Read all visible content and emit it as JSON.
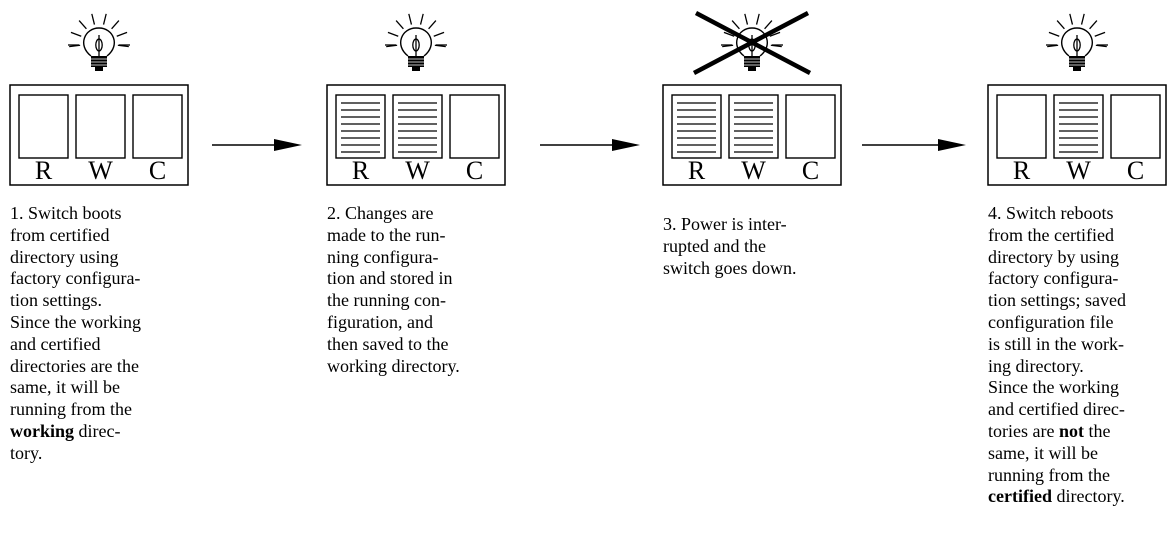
{
  "steps": [
    {
      "number": "1.",
      "bulb": "lightbulb-on",
      "labels": [
        "R",
        "W",
        "C"
      ],
      "filled": [
        false,
        false,
        false
      ],
      "caption": [
        {
          "text": "1. Switch boots\nfrom certified\ndirectory using\nfactory configura-\ntion settings.\nSince the working\nand certified\ndirectories are the\nsame, it will be\nrunning from the\n"
        },
        {
          "text": "working",
          "bold": true
        },
        {
          "text": " direc-\ntory."
        }
      ]
    },
    {
      "number": "2.",
      "bulb": "lightbulb-on",
      "labels": [
        "R",
        "W",
        "C"
      ],
      "filled": [
        true,
        true,
        false
      ],
      "caption": [
        {
          "text": "2. Changes are\nmade to the run-\nning configura-\ntion and stored in\nthe running con-\nfiguration, and\nthen saved to the\nworking directory."
        }
      ]
    },
    {
      "number": "3.",
      "bulb": "lightbulb-crossed-out",
      "labels": [
        "R",
        "W",
        "C"
      ],
      "filled": [
        true,
        true,
        false
      ],
      "caption": [
        {
          "text": "3. Power is inter-\nrupted and the\nswitch goes down."
        }
      ]
    },
    {
      "number": "4.",
      "bulb": "lightbulb-on",
      "labels": [
        "R",
        "W",
        "C"
      ],
      "filled": [
        false,
        true,
        false
      ],
      "caption": [
        {
          "text": "4. Switch reboots\nfrom the certified\ndirectory by using\nfactory configura-\ntion settings; saved\nconfiguration file\nis still in the work-\ning directory.\nSince the working\nand certified direc-\ntories are "
        },
        {
          "text": "not",
          "bold": true
        },
        {
          "text": " the\nsame, it will be\nrunning from the\n"
        },
        {
          "text": "certified",
          "bold": true
        },
        {
          "text": " directory."
        }
      ]
    }
  ],
  "colors": {
    "stroke": "#000000",
    "background": "#ffffff"
  }
}
